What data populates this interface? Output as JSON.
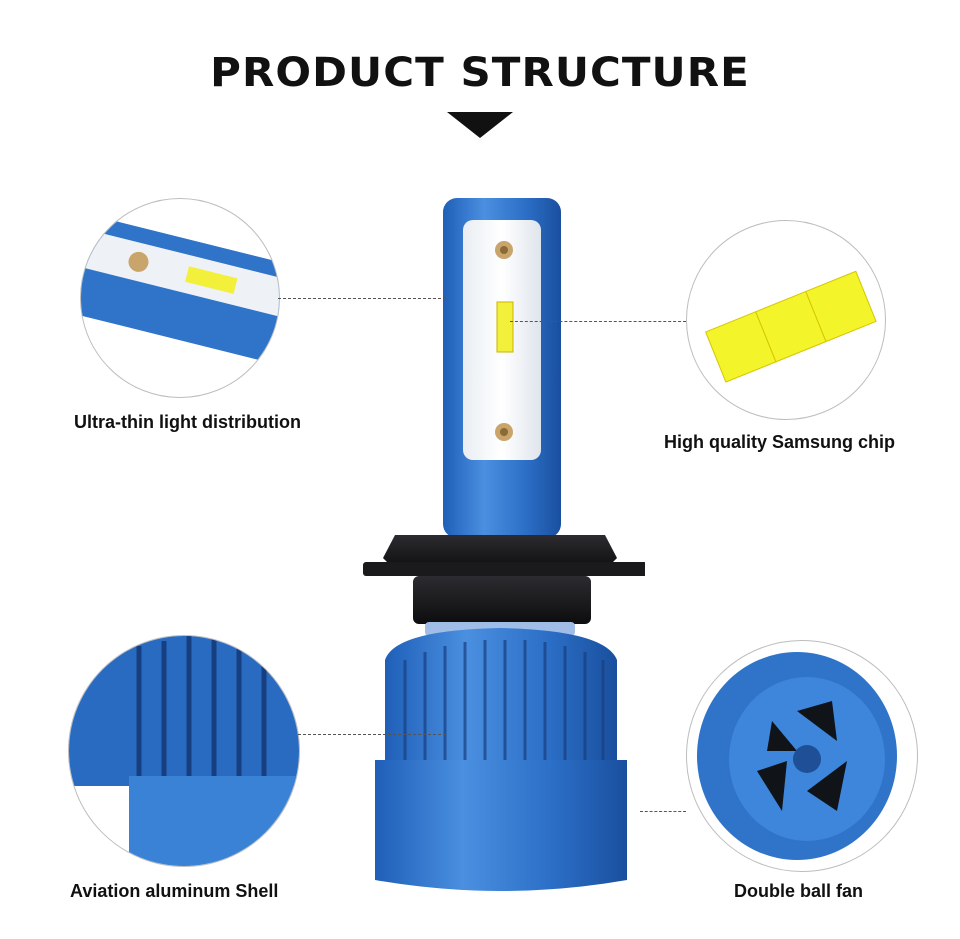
{
  "title": "PRODUCT STRUCTURE",
  "features": {
    "top_left": "Ultra-thin light distribution",
    "top_right": "High quality Samsung chip",
    "bottom_left": "Aviation aluminum Shell",
    "bottom_right": "Double ball fan"
  },
  "colors": {
    "shell_blue": "#2f74c9",
    "chip_yellow": "#f3f42a",
    "socket_black": "#1c1c1e"
  }
}
